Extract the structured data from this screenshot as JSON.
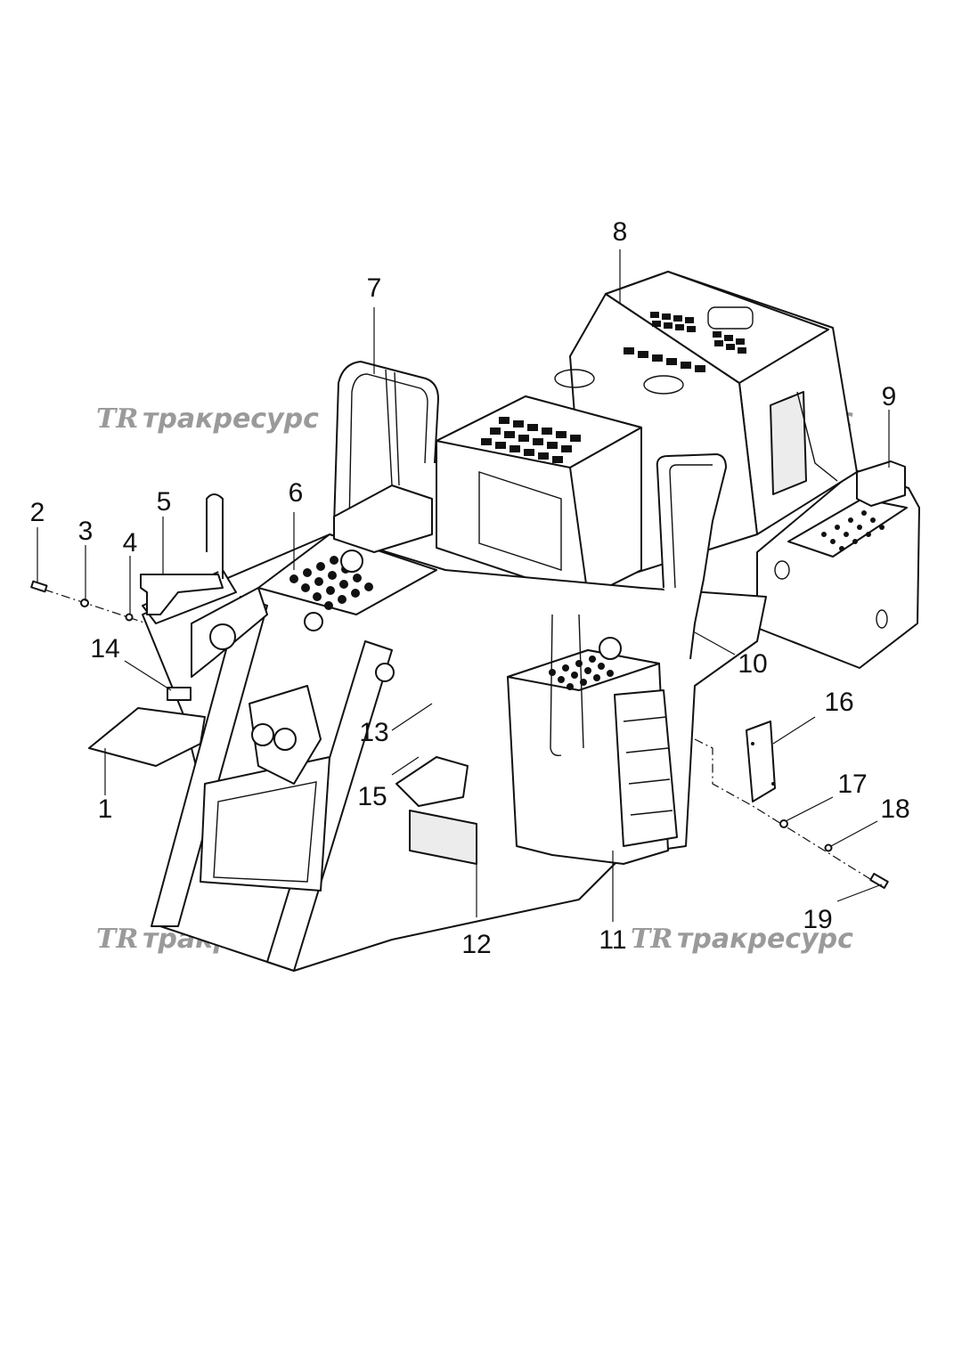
{
  "watermark": {
    "logo": "TR",
    "text": "тракресурс"
  },
  "callouts": [
    "1",
    "2",
    "3",
    "4",
    "5",
    "6",
    "7",
    "8",
    "9",
    "10",
    "11",
    "12",
    "13",
    "14",
    "15",
    "16",
    "17",
    "18",
    "19"
  ],
  "colors": {
    "line": "#111111",
    "watermark": "#9a9a9a",
    "background": "#ffffff"
  }
}
